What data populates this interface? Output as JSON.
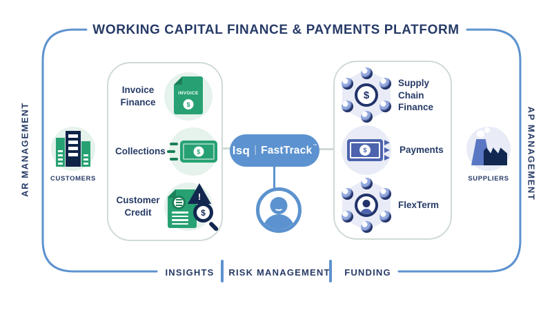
{
  "title": "WORKING CAPITAL FINANCE & PAYMENTS PLATFORM",
  "rails": {
    "ar": "AR MANAGEMENT",
    "ap": "AP MANAGEMENT"
  },
  "entities": {
    "customers": "CUSTOMERS",
    "suppliers": "SUPPLIERS"
  },
  "platform": {
    "brand": "lsq",
    "divider": "|",
    "product": "FastTrack",
    "trademark": "™"
  },
  "ar_services": {
    "invoice_finance": "Invoice Finance",
    "collections": "Collections",
    "customer_credit": "Customer Credit",
    "invoice_doc_label": "INVOICE"
  },
  "ap_services": {
    "supply_chain_finance": "Supply Chain Finance",
    "payments": "Payments",
    "flexterm": "FlexTerm"
  },
  "footer": {
    "insights": "INSIGHTS",
    "risk_management": "RISK MANAGEMENT",
    "funding": "FUNDING"
  },
  "symbols": {
    "dollar": "$",
    "warning": "!"
  },
  "colors": {
    "navy_text": "#263a66",
    "blue_accent": "#5c92cf",
    "green": "#27a173",
    "dark_green": "#1b7f57",
    "light_green_bg": "#e6f2ec",
    "indigo": "#4d63ad",
    "dark_navy": "#132850",
    "lavender_bg": "#e9ecf7",
    "box_border": "#cfdad5"
  }
}
